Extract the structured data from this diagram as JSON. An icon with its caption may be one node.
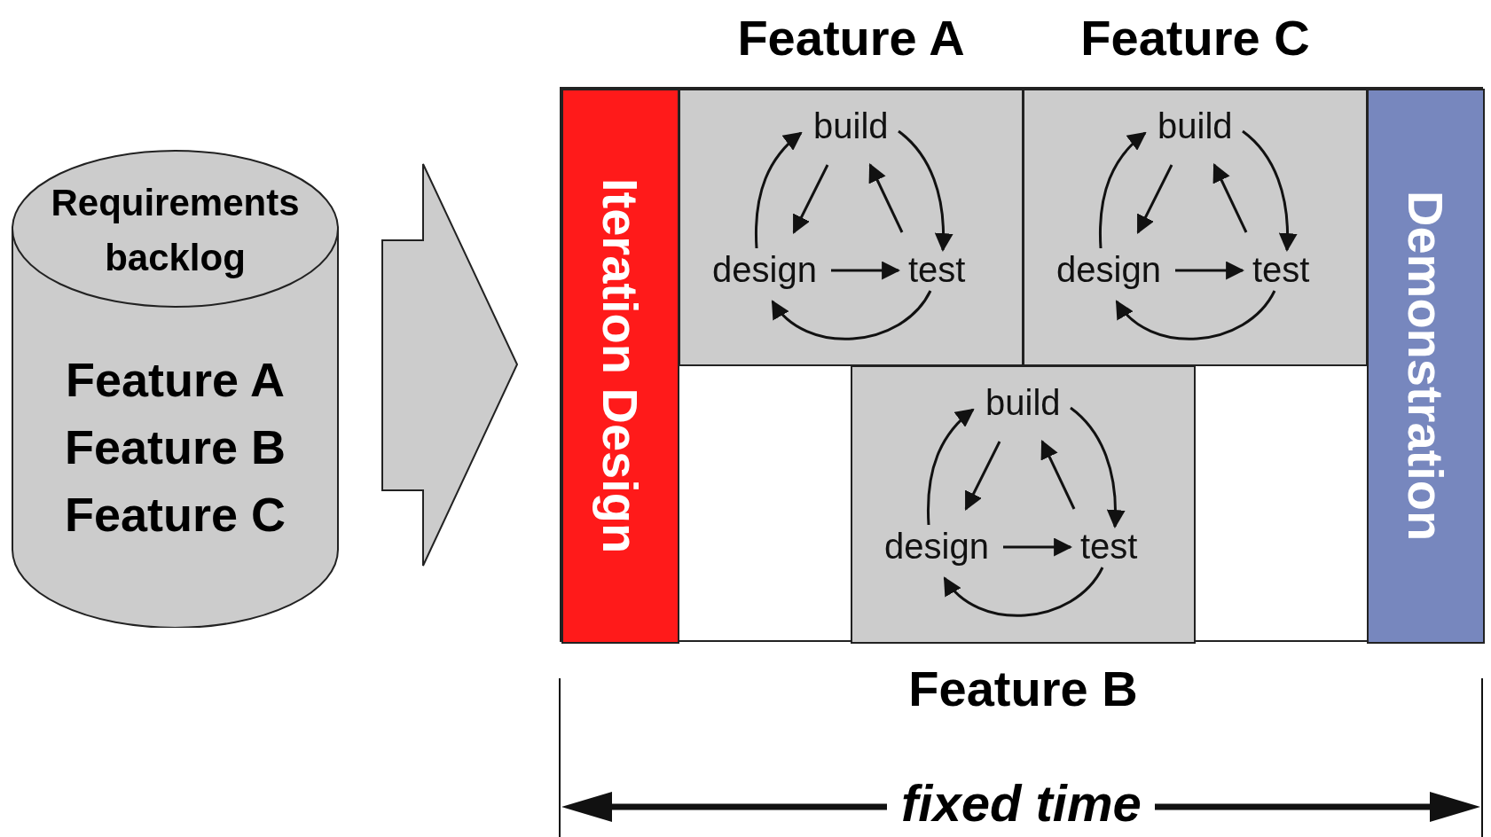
{
  "diagram": {
    "nodes": [
      {
        "text": [
          "Requirements backlog",
          "Feature A",
          "Feature B",
          "Feature C"
        ]
      },
      {
        "text": [],
        "shape": "box"
      },
      {
        "text": [
          "Iteration Design"
        ],
        "in": 1
      },
      {
        "text": [
          "Feature A"
        ],
        "in": 1
      },
      {
        "text": [
          "build"
        ],
        "in": 3
      },
      {
        "text": [
          "design"
        ],
        "in": 3
      },
      {
        "text": [
          "test"
        ],
        "in": 3
      },
      {
        "text": [
          "Feature C"
        ],
        "in": 1
      },
      {
        "text": [
          "build"
        ],
        "in": 7
      },
      {
        "text": [
          "design"
        ],
        "in": 7
      },
      {
        "text": [
          "test"
        ],
        "in": 7
      },
      {
        "text": [
          "Feature B"
        ],
        "in": 1
      },
      {
        "text": [
          "build"
        ],
        "in": 11
      },
      {
        "text": [
          "design"
        ],
        "in": 11
      },
      {
        "text": [
          "test"
        ],
        "in": 11
      },
      {
        "text": [
          "Demonstration"
        ],
        "in": 1
      }
    ],
    "edges": [
      {
        "from": 0,
        "to": 1,
        "arrow": "to"
      },
      {
        "from": 5,
        "to": 4,
        "arrow": "to"
      },
      {
        "from": 4,
        "to": 5,
        "arrow": "to"
      },
      {
        "from": 6,
        "to": 4,
        "arrow": "to"
      },
      {
        "from": 4,
        "to": 6,
        "arrow": "to"
      },
      {
        "from": 5,
        "to": 6,
        "arrow": "to"
      },
      {
        "from": 6,
        "to": 5,
        "arrow": "to"
      },
      {
        "from": 9,
        "to": 8,
        "arrow": "to"
      },
      {
        "from": 8,
        "to": 9,
        "arrow": "to"
      },
      {
        "from": 10,
        "to": 8,
        "arrow": "to"
      },
      {
        "from": 8,
        "to": 10,
        "arrow": "to"
      },
      {
        "from": 9,
        "to": 10,
        "arrow": "to"
      },
      {
        "from": 10,
        "to": 9,
        "arrow": "to"
      },
      {
        "from": 13,
        "to": 12,
        "arrow": "to"
      },
      {
        "from": 12,
        "to": 13,
        "arrow": "to"
      },
      {
        "from": 14,
        "to": 12,
        "arrow": "to"
      },
      {
        "from": 12,
        "to": 14,
        "arrow": "to"
      },
      {
        "from": 13,
        "to": 14,
        "arrow": "to"
      },
      {
        "from": 14,
        "to": 13,
        "arrow": "to"
      }
    ],
    "labels": [
      "fixed time"
    ]
  }
}
